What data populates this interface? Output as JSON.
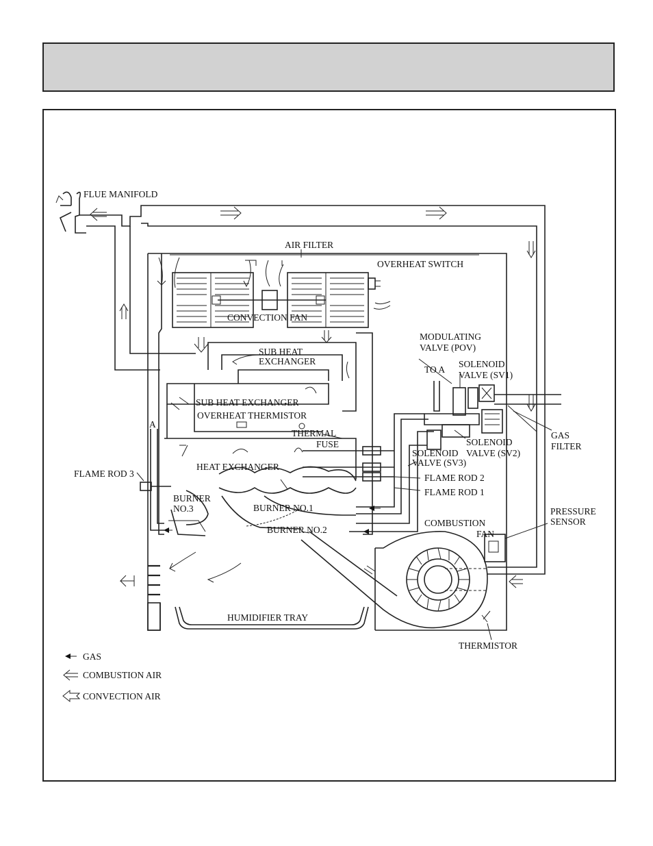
{
  "labels": {
    "flue_manifold": "FLUE MANIFOLD",
    "air_filter": "AIR FILTER",
    "overheat_switch": "OVERHEAT SWITCH",
    "convection_fan": "CONVECTION FAN",
    "modulating_valve_1": "MODULATING",
    "modulating_valve_2": "VALVE (POV)",
    "solenoid_sv1_1": "SOLENOID",
    "solenoid_sv1_2": "VALVE (SV1)",
    "to_a": "TO A",
    "sub_heat_exchanger_top_1": "SUB HEAT",
    "sub_heat_exchanger_top_2": "EXCHANGER",
    "sub_heat_exchanger": "SUB HEAT EXCHANGER",
    "overheat_thermistor": "OVERHEAT THERMISTOR",
    "thermal_fuse_1": "THERMAL",
    "thermal_fuse_2": "FUSE",
    "solenoid_sv2_1": "SOLENOID",
    "solenoid_sv2_2": "VALVE (SV2)",
    "gas_filter_1": "GAS",
    "gas_filter_2": "FILTER",
    "a_marker": "A",
    "flame_rod_3": "FLAME ROD 3",
    "heat_exchanger": "HEAT EXCHANGER",
    "solenoid_sv3_1": "SOLENOID",
    "solenoid_sv3_2": "VALVE (SV3)",
    "flame_rod_2": "FLAME ROD 2",
    "flame_rod_1": "FLAME ROD 1",
    "burner_3_1": "BURNER",
    "burner_3_2": "NO.3",
    "burner_1": "BURNER NO.1",
    "burner_2": "BURNER NO.2",
    "combustion_fan_1": "COMBUSTION",
    "combustion_fan_2": "FAN",
    "pressure_sensor_1": "PRESSURE",
    "pressure_sensor_2": "SENSOR",
    "humidifier_tray": "HUMIDIFIER TRAY",
    "thermistor": "THERMISTOR"
  },
  "legend": [
    {
      "symbol": "gas-arrow",
      "label": "GAS"
    },
    {
      "symbol": "combustion-air-arrow",
      "label": "COMBUSTION AIR"
    },
    {
      "symbol": "convection-air-arrow",
      "label": "CONVECTION AIR"
    }
  ]
}
